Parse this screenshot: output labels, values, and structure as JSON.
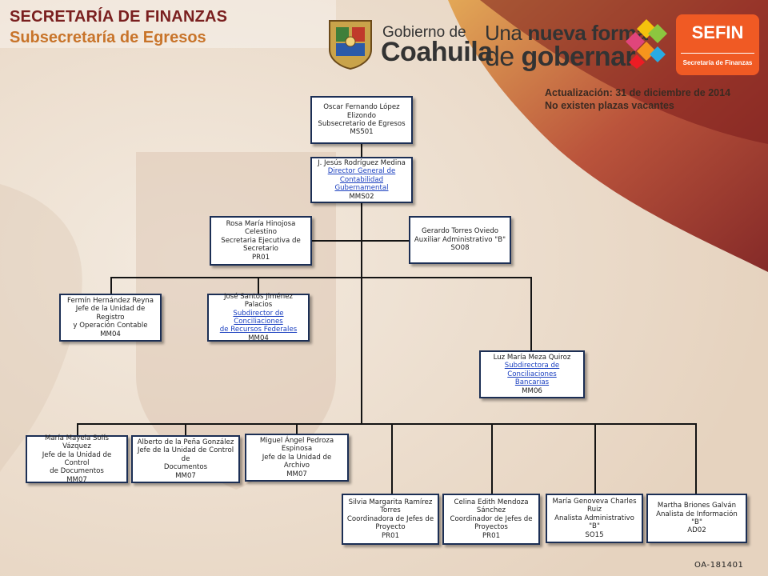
{
  "header": {
    "title": "SECRETARÍA DE FINANZAS",
    "subtitle": "Subsecretaría de Egresos",
    "update_line1": "Actualización: 31  de diciembre de 2014",
    "update_line2": "No existen plazas vacantes"
  },
  "logos": {
    "gobierno_de": "Gobierno de",
    "coahuila": "Coahuila",
    "una": "Una",
    "nueva_forma": "nueva forma",
    "de": "de",
    "gobernar": "gobernar",
    "sefin": "SEFIN",
    "sefin_sub": "Secretaría de Finanzas"
  },
  "footer": {
    "code": "OA-181401"
  },
  "colors": {
    "title": "#7a1f1f",
    "subtitle": "#c8742a",
    "box_border": "#1c2f55",
    "link": "#1a3fbf",
    "sefin": "#f05a24"
  },
  "org": {
    "subsecretario": {
      "lines": [
        "Oscar Fernando López",
        "Elizondo",
        "Subsecretario de Egresos",
        "MS501"
      ]
    },
    "director": {
      "name": "J. Jesús Rodríguez Medina",
      "link1": "Director General de",
      "link2": "Contabilidad Gubernamental",
      "code": "MMS02"
    },
    "secretaria": {
      "lines": [
        "Rosa María Hinojosa Celestino",
        "Secretaria Ejecutiva de",
        "Secretario",
        "PR01"
      ]
    },
    "auxiliar": {
      "lines": [
        "Gerardo Torres Oviedo",
        "Auxiliar Administrativo  \"B\"",
        "SO08"
      ]
    },
    "jefe_registro": {
      "lines": [
        "Fermín Hernández Reyna",
        "Jefe de la Unidad de Registro",
        "y Operación Contable",
        "MM04"
      ]
    },
    "subdirector": {
      "name": "José Santos Jiménez Palacios",
      "link1": "Subdirector  de Conciliaciones",
      "link2": "de Recursos Federales",
      "code": "MM04"
    },
    "subdirectora": {
      "name": "Luz María Meza Quiroz",
      "link1": "Subdirectora  de Conciliaciones",
      "link2": "Bancarias",
      "code": "MM06"
    },
    "control1": {
      "lines": [
        "María Mayela Solís Vázquez",
        "Jefe de la Unidad de Control",
        "de Documentos",
        "MM07"
      ]
    },
    "control2": {
      "lines": [
        "Alberto de la Peña González",
        "Jefe de la Unidad de Control  de",
        "Documentos",
        "MM07"
      ]
    },
    "archivo": {
      "lines": [
        "Miguel Ángel Pedroza",
        "Espinosa",
        "Jefe de la Unidad de Archivo",
        "MM07"
      ]
    },
    "coord1": {
      "lines": [
        "Silvia Margarita  Ramírez",
        "Torres",
        "Coordinadora  de Jefes de",
        "Proyecto",
        "PR01"
      ]
    },
    "coord2": {
      "lines": [
        "Celina  Edith Mendoza",
        "Sánchez",
        "Coordinador  de Jefes de",
        "Proyectos",
        "PR01"
      ]
    },
    "analista1": {
      "lines": [
        "María Genoveva Charles",
        "Ruiz",
        "Analista Administrativo  \"B\"",
        "SO15"
      ]
    },
    "analista2": {
      "lines": [
        "Martha Briones  Galván",
        "Analista de Información  \"B\"",
        "AD02"
      ]
    }
  }
}
